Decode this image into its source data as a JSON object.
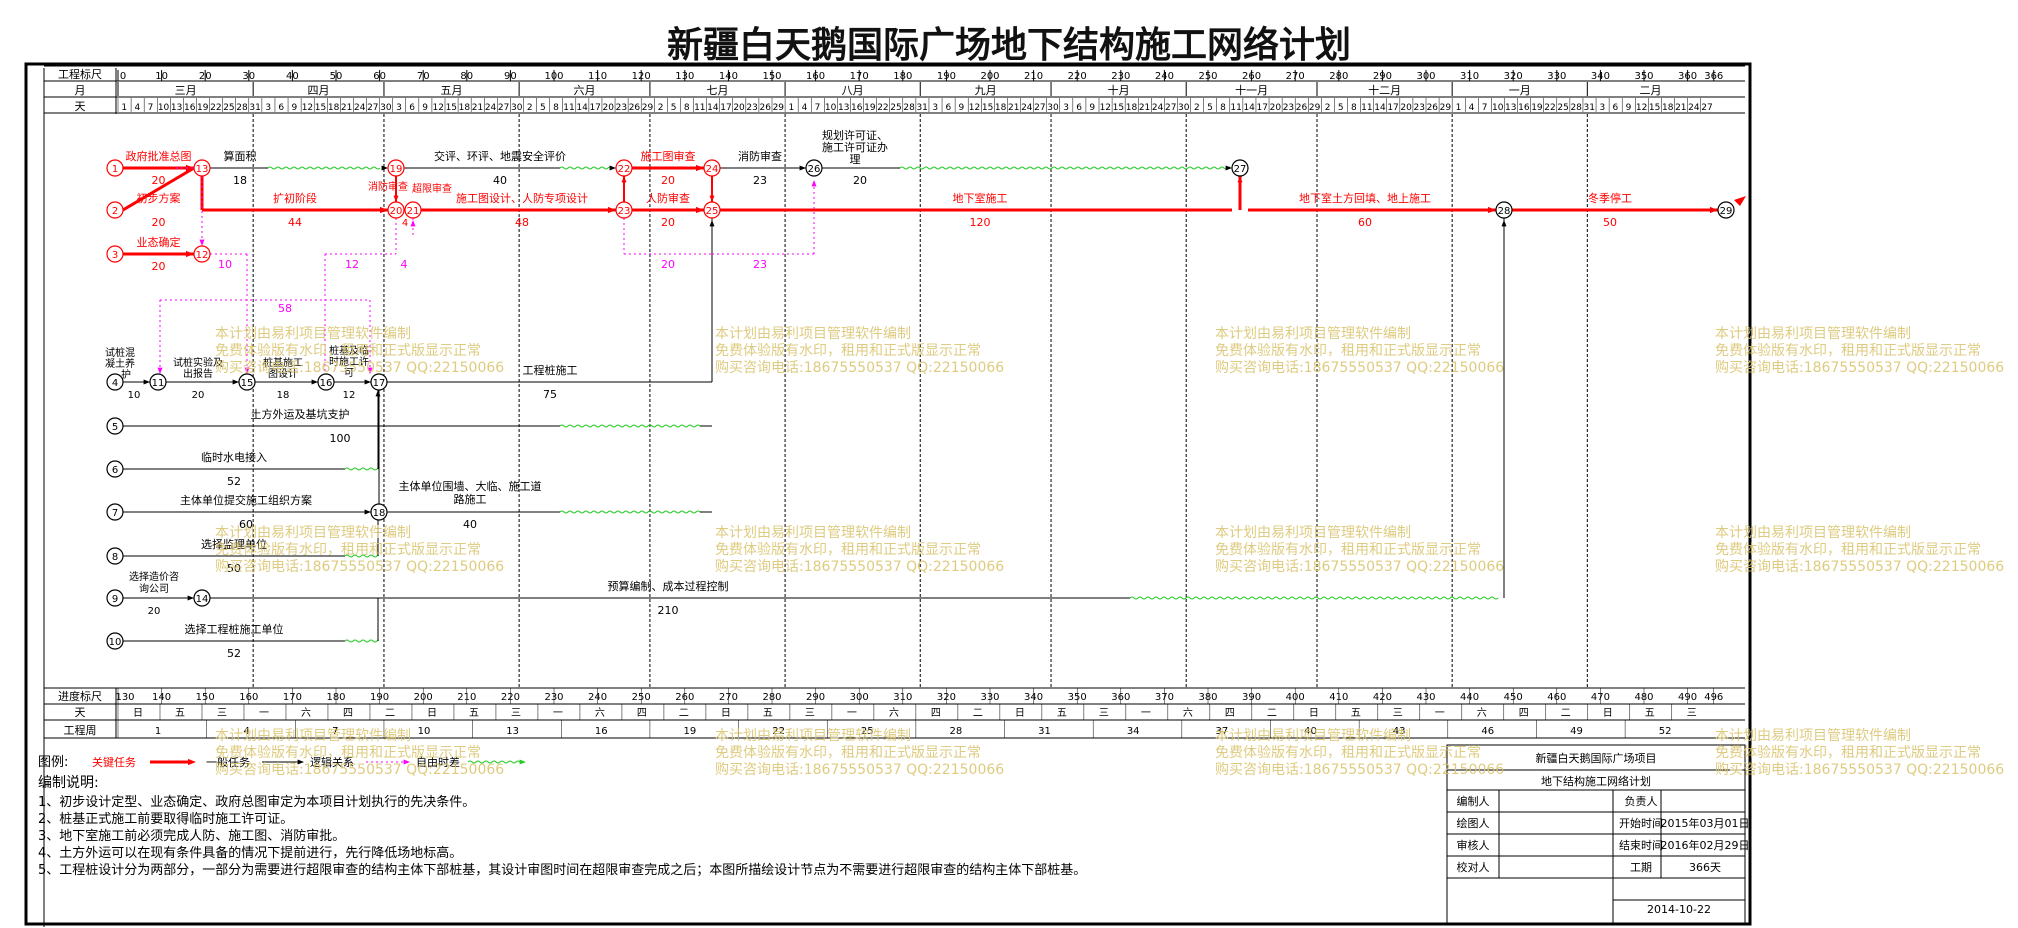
{
  "title": "新疆白天鹅国际广场地下结构施工网络计划",
  "scale": {
    "label": "工程标尺",
    "ticks": [
      "0",
      "10",
      "20",
      "30",
      "40",
      "50",
      "60",
      "70",
      "80",
      "90",
      "100",
      "110",
      "120",
      "130",
      "140",
      "150",
      "160",
      "170",
      "180",
      "190",
      "200",
      "210",
      "220",
      "230",
      "240",
      "250",
      "260",
      "270",
      "280",
      "290",
      "300",
      "310",
      "320",
      "330",
      "340",
      "350",
      "360",
      "366"
    ]
  },
  "months": {
    "label": "月",
    "names": [
      "三月",
      "四月",
      "五月",
      "六月",
      "七月",
      "八月",
      "九月",
      "十月",
      "十一月",
      "十二月",
      "一月",
      "二月"
    ]
  },
  "days": {
    "label": "天",
    "values": [
      "1",
      "4",
      "7",
      "10",
      "13",
      "16",
      "19",
      "22",
      "25",
      "28",
      "31",
      "3",
      "6",
      "9",
      "12",
      "15",
      "18",
      "21",
      "24",
      "27",
      "30",
      "3",
      "6",
      "9",
      "12",
      "15",
      "18",
      "21",
      "24",
      "27",
      "30",
      "2",
      "5",
      "8",
      "11",
      "14",
      "17",
      "20",
      "23",
      "26",
      "29",
      "2",
      "5",
      "8",
      "11",
      "14",
      "17",
      "20",
      "23",
      "26",
      "29",
      "1",
      "4",
      "7",
      "10",
      "13",
      "16",
      "19",
      "22",
      "25",
      "28",
      "31",
      "3",
      "6",
      "9",
      "12",
      "15",
      "18",
      "21",
      "24",
      "27",
      "30",
      "3",
      "6",
      "9",
      "12",
      "15",
      "18",
      "21",
      "24",
      "27",
      "30",
      "2",
      "5",
      "8",
      "11",
      "14",
      "17",
      "20",
      "23",
      "26",
      "29",
      "2",
      "5",
      "8",
      "11",
      "14",
      "17",
      "20",
      "23",
      "26",
      "29",
      "1",
      "4",
      "7",
      "10",
      "13",
      "16",
      "19",
      "22",
      "25",
      "28",
      "31",
      "3",
      "6",
      "9",
      "12",
      "15",
      "18",
      "21",
      "24",
      "27"
    ]
  },
  "progress": {
    "label": "进度标尺",
    "ticks": [
      "130",
      "140",
      "150",
      "160",
      "170",
      "180",
      "190",
      "200",
      "210",
      "220",
      "230",
      "240",
      "250",
      "260",
      "270",
      "280",
      "290",
      "300",
      "310",
      "320",
      "330",
      "340",
      "350",
      "360",
      "370",
      "380",
      "390",
      "400",
      "410",
      "420",
      "430",
      "440",
      "450",
      "460",
      "470",
      "480",
      "490",
      "496"
    ]
  },
  "weekday": {
    "label": "天",
    "values": [
      "日",
      "五",
      "三",
      "一",
      "六",
      "四",
      "二",
      "日",
      "五",
      "三",
      "一",
      "六",
      "四",
      "二",
      "日",
      "五",
      "三",
      "一",
      "六",
      "四",
      "二",
      "日",
      "五",
      "三",
      "一",
      "六",
      "四",
      "二",
      "日",
      "五",
      "三",
      "一",
      "六",
      "四",
      "二",
      "日",
      "五",
      "三"
    ]
  },
  "week": {
    "label": "工程周",
    "values": [
      "1",
      "4",
      "7",
      "10",
      "13",
      "16",
      "19",
      "22",
      "25",
      "28",
      "31",
      "34",
      "37",
      "40",
      "43",
      "46",
      "49",
      "52"
    ]
  },
  "nodes": [
    "1",
    "2",
    "3",
    "4",
    "5",
    "6",
    "7",
    "8",
    "9",
    "10",
    "11",
    "12",
    "13",
    "14",
    "15",
    "16",
    "17",
    "18",
    "19",
    "20",
    "21",
    "22",
    "23",
    "24",
    "25",
    "26",
    "27",
    "28",
    "29"
  ],
  "activities": [
    {
      "label": "政府批准总图",
      "dur": "20"
    },
    {
      "label": "初步方案",
      "dur": "20"
    },
    {
      "label": "业态确定",
      "dur": "20"
    },
    {
      "label": "算面积",
      "dur": "18"
    },
    {
      "label": "扩初阶段",
      "dur": "44"
    },
    {
      "label": "交评、环评、地震安全评价",
      "dur": "40"
    },
    {
      "label": "消防审查",
      "dur": ""
    },
    {
      "label": "超限审查",
      "dur": "4"
    },
    {
      "label": "施工图设计、人防专项设计",
      "dur": "48"
    },
    {
      "label": "施工图审查",
      "dur": "20"
    },
    {
      "label": "人防审查",
      "dur": "20"
    },
    {
      "label": "消防审查",
      "dur": "23"
    },
    {
      "label": "规划许可证、施工许可证办理",
      "dur": "20"
    },
    {
      "label": "地下室施工",
      "dur": "120"
    },
    {
      "label": "地下室土方回填、地上施工",
      "dur": "60"
    },
    {
      "label": "冬季停工",
      "dur": "50"
    },
    {
      "label": "试桩混凝土养护",
      "dur": "10"
    },
    {
      "label": "试桩实验及出报告",
      "dur": "20"
    },
    {
      "label": "桩基施工图设计",
      "dur": "18"
    },
    {
      "label": "桩基及临时施工许可",
      "dur": "12"
    },
    {
      "label": "工程桩施工",
      "dur": "75"
    },
    {
      "label": "土方外运及基坑支护",
      "dur": "100"
    },
    {
      "label": "临时水电接入",
      "dur": "52"
    },
    {
      "label": "主体单位提交施工组织方案",
      "dur": "60"
    },
    {
      "label": "主体单位围墙、大临、施工道路施工",
      "dur": "40"
    },
    {
      "label": "选择监理单位",
      "dur": "50"
    },
    {
      "label": "选择造价咨询公司",
      "dur": "20"
    },
    {
      "label": "预算编制、成本过程控制",
      "dur": "210"
    },
    {
      "label": "选择工程桩施工单位",
      "dur": "52"
    }
  ],
  "free_floats": [
    "10",
    "12",
    "4",
    "58",
    "20",
    "23"
  ],
  "watermark": [
    "本计划由易利项目管理软件编制",
    "免费体验版有水印，租用和正式版显示正常",
    "购买咨询电话:18675550537 QQ:22150066"
  ],
  "legend": {
    "label": "图例:",
    "critical": "关键任务",
    "normal": "一般任务",
    "logic": "逻辑关系",
    "float": "自由时差"
  },
  "colors": {
    "critical": "#ff0000",
    "float": "#ff00ff",
    "free": "#22cc22",
    "normal": "#000000",
    "watermark": "#d9c36a"
  },
  "notes": {
    "title": "编制说明:",
    "items": [
      "1、初步设计定型、业态确定、政府总图审定为本项目计划执行的先决条件。",
      "2、桩基正式施工前要取得临时施工许可证。",
      "3、地下室施工前必须完成人防、施工图、消防审批。",
      "4、土方外运可以在现有条件具备的情况下提前进行，先行降低场地标高。",
      "5、工程桩设计分为两部分，一部分为需要进行超限审查的结构主体下部桩基，其设计审图时间在超限审查完成之后；本图所描绘设计节点为不需要进行超限审查的结构主体下部桩基。"
    ]
  },
  "titleblock": {
    "project": "新疆白天鹅国际广场项目",
    "plan": "地下结构施工网络计划",
    "rows": [
      [
        "编制人",
        "",
        "负责人",
        ""
      ],
      [
        "绘图人",
        "",
        "开始时间",
        "2015年03月01日"
      ],
      [
        "审核人",
        "",
        "结束时间",
        "2016年02月29日"
      ],
      [
        "校对人",
        "",
        "工期",
        "366天"
      ]
    ],
    "date": "2014-10-22"
  }
}
